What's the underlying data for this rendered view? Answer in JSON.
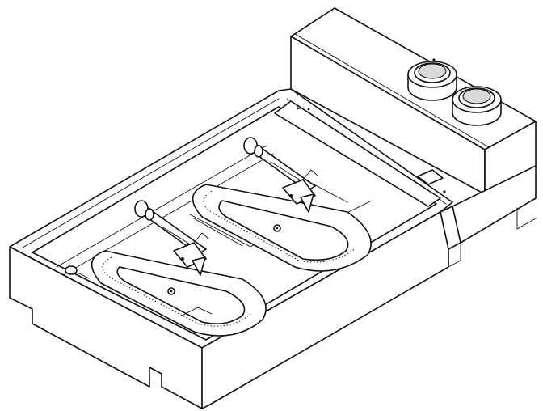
{
  "figure": {
    "kind": "line-drawing",
    "subject": "gas-burner-box",
    "colors": {
      "line": "#111111",
      "background": "#ffffff",
      "knob_cap": "#d9d9d9"
    },
    "burners": [
      {
        "id": "burner-1",
        "name": "front-u-burner"
      },
      {
        "id": "burner-2",
        "name": "rear-u-burner"
      }
    ],
    "control_knobs": [
      {
        "id": "knob-1"
      },
      {
        "id": "knob-2"
      }
    ]
  }
}
